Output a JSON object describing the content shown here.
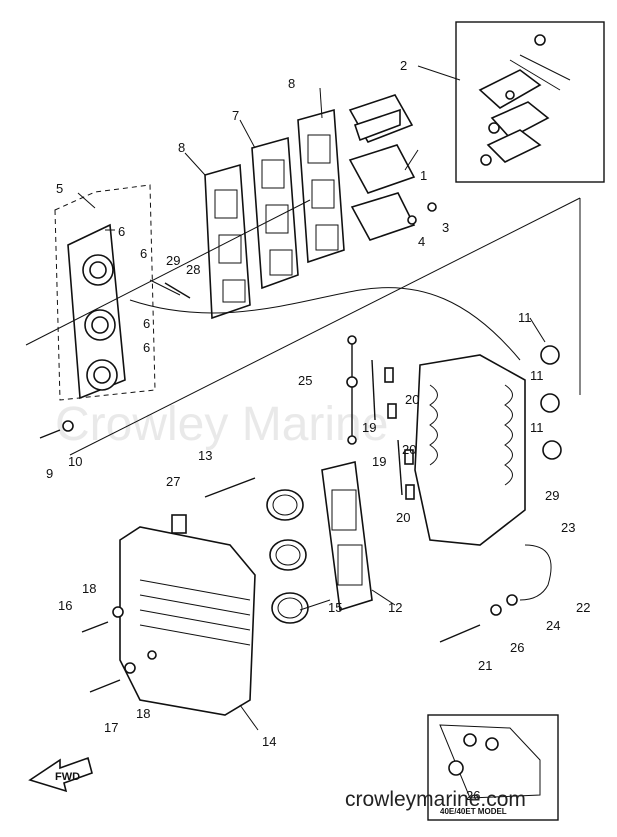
{
  "watermark": "Crowley Marine",
  "site_url": "crowleymarine.com",
  "direction_arrow": "FWD",
  "inset_model_label": "40E/40ET MODEL",
  "callouts": {
    "c1": "1",
    "c2": "2",
    "c3": "3",
    "c4": "4",
    "c5": "5",
    "c6a": "6",
    "c6b": "6",
    "c6c": "6",
    "c6d": "6",
    "c7": "7",
    "c8a": "8",
    "c8b": "8",
    "c9": "9",
    "c10": "10",
    "c11a": "11",
    "c11b": "11",
    "c11c": "11",
    "c12": "12",
    "c13": "13",
    "c14": "14",
    "c15": "15",
    "c16": "16",
    "c17": "17",
    "c18a": "18",
    "c18b": "18",
    "c19a": "19",
    "c19b": "19",
    "c20a": "20",
    "c20b": "20",
    "c20c": "20",
    "c21": "21",
    "c22": "22",
    "c23": "23",
    "c24": "24",
    "c25": "25",
    "c26a": "26",
    "c26b": "26",
    "c27": "27",
    "c28": "28",
    "c29a": "29",
    "c29b": "29"
  }
}
